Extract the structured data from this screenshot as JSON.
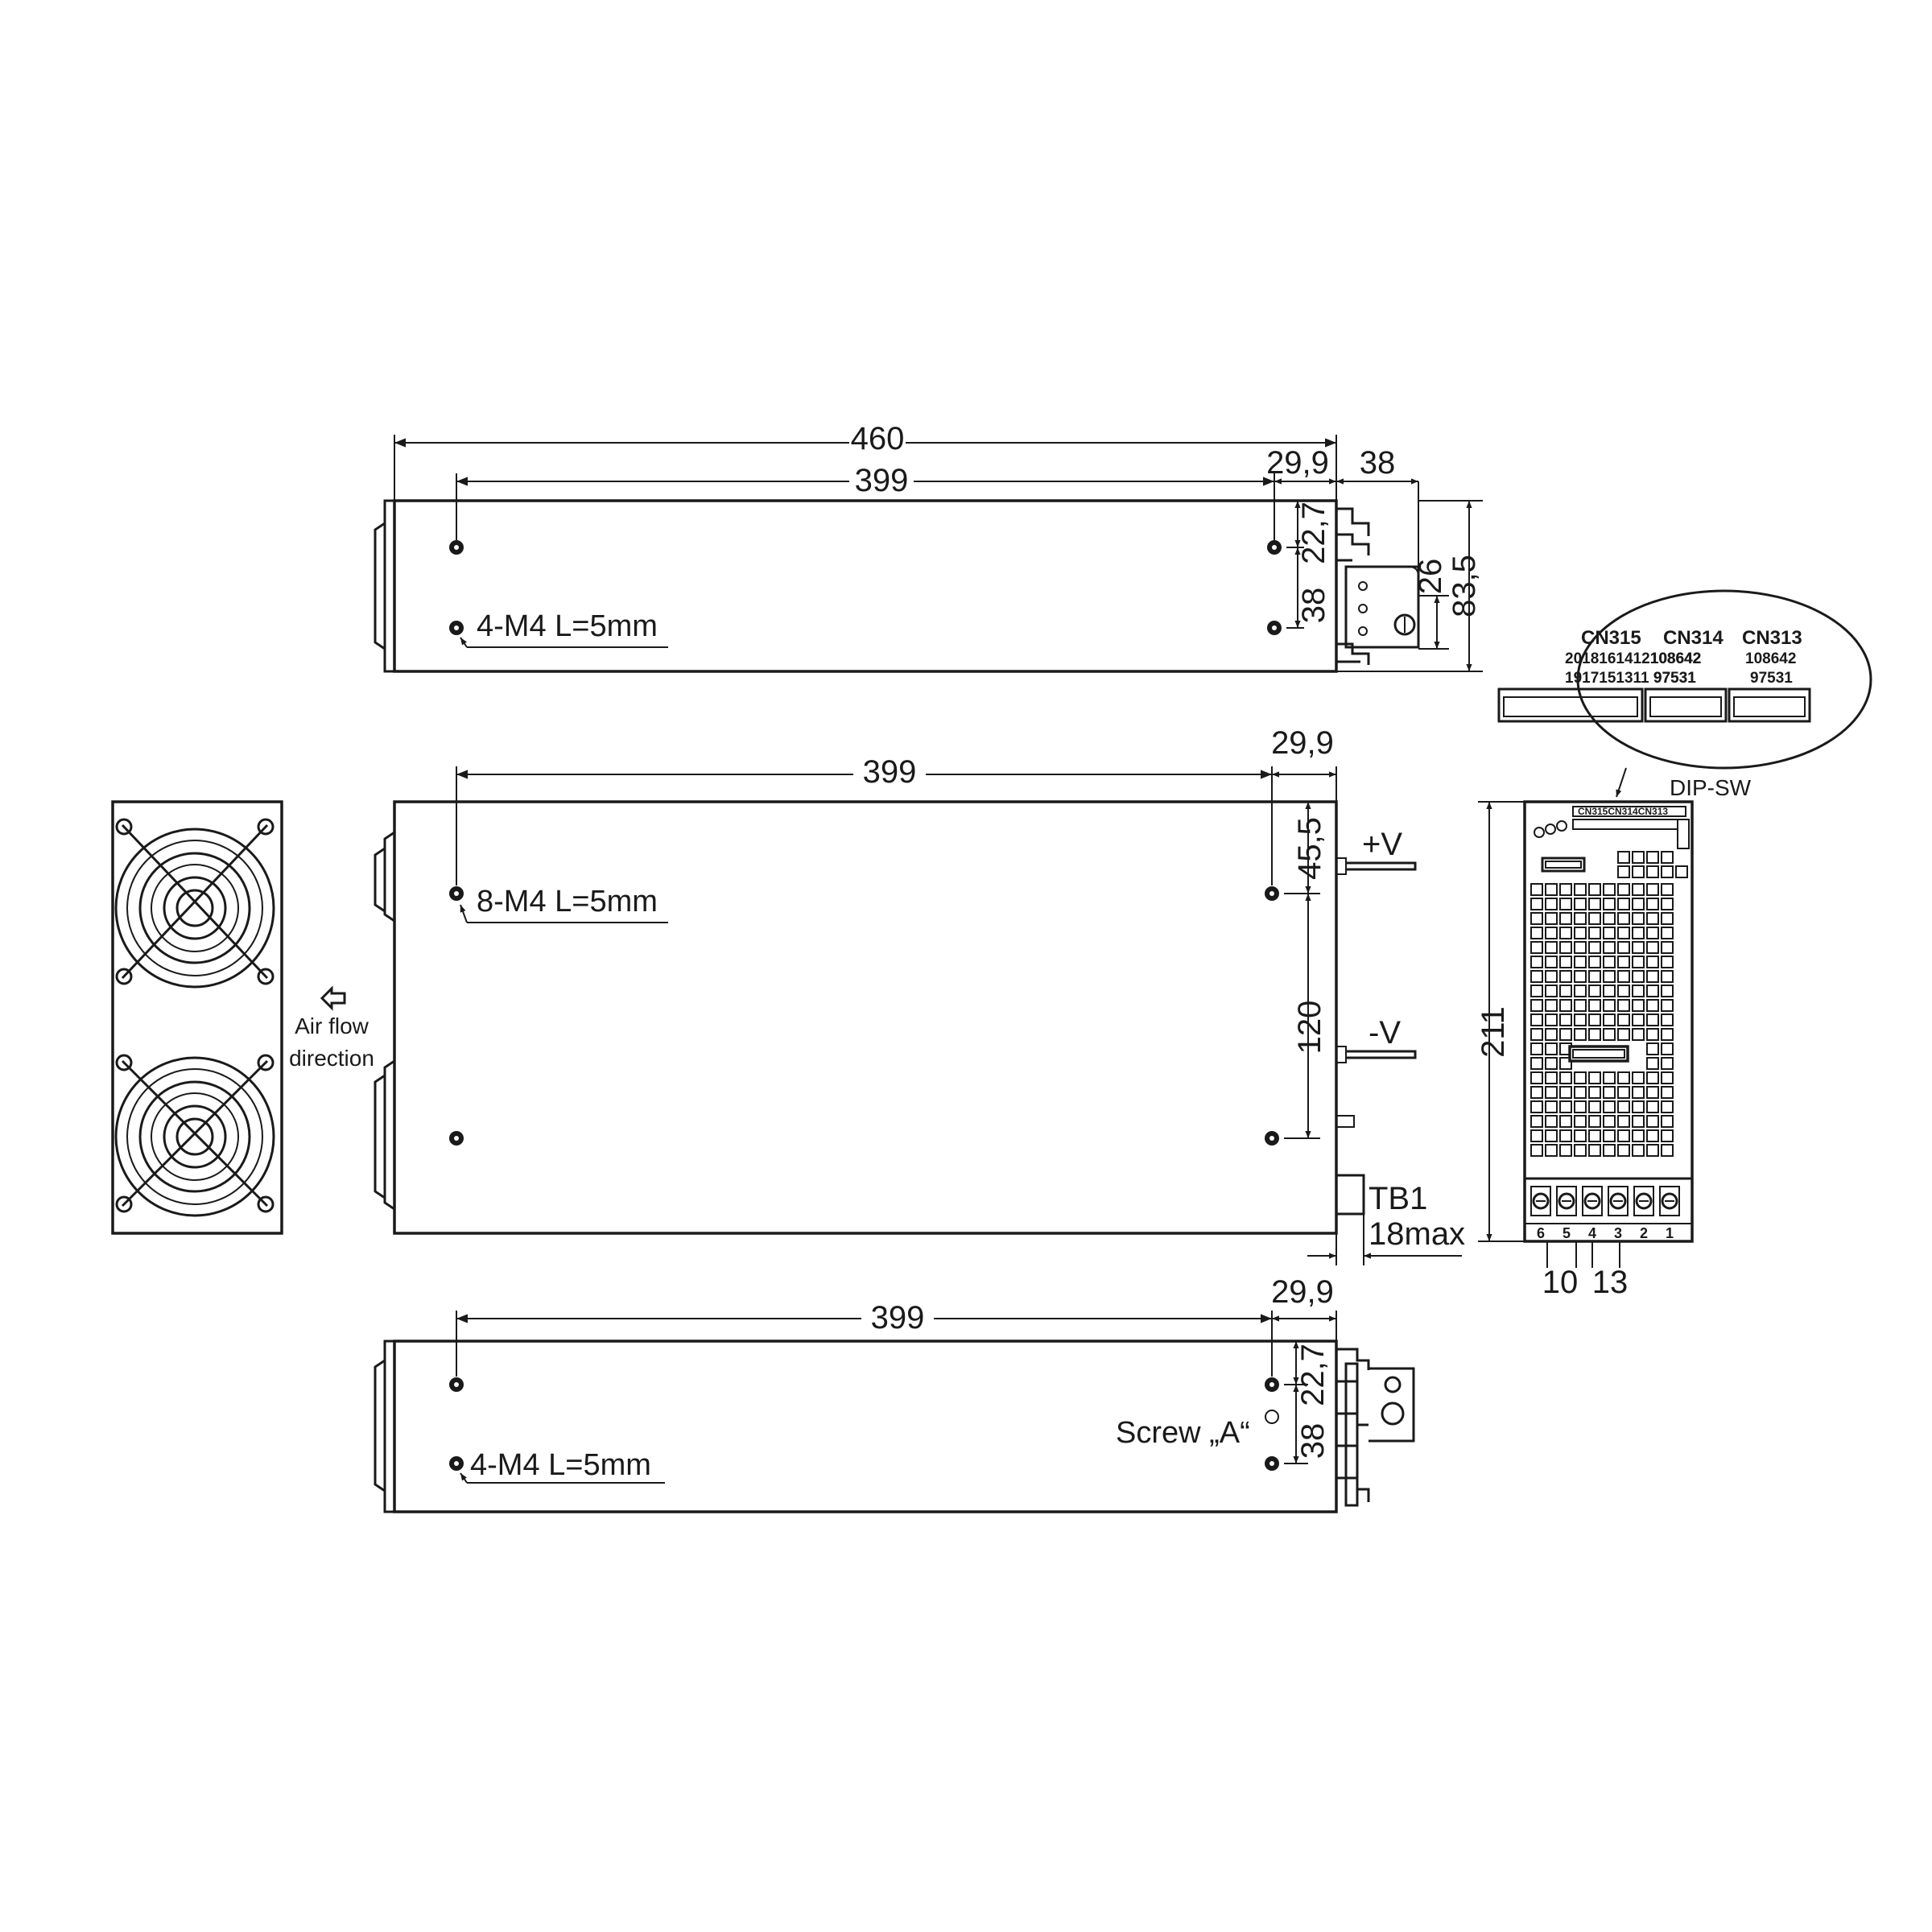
{
  "top_view": {
    "dim_total_length": "460",
    "dim_hole_span": "399",
    "dim_front_offset": "29,9",
    "dim_terminal_depth": "38",
    "dim_hole_top": "22,7",
    "dim_hole_spacing": "38",
    "dim_tab_height": "26",
    "dim_height": "83,5",
    "hole_label": "4-M4 L=5mm"
  },
  "side_view": {
    "dim_hole_span": "399",
    "dim_front_offset": "29,9",
    "dim_hole_top": "45,5",
    "dim_hole_spacing": "120",
    "hole_label": "8-M4 L=5mm",
    "positive_label": "+V",
    "negative_label": "-V",
    "tb_label": "TB1",
    "tb_dim": "18max"
  },
  "bottom_view": {
    "dim_hole_span": "399",
    "dim_front_offset": "29,9",
    "dim_hole_top": "22,7",
    "dim_hole_spacing": "38",
    "hole_label": "4-M4 L=5mm",
    "screw_label": "Screw „A“"
  },
  "fan_panel": {
    "airflow_line1": "Air flow",
    "airflow_line2": "direction"
  },
  "front_view": {
    "dim_height": "211",
    "dip_label": "DIP-SW",
    "small_connectors": "CN315CN314CN313",
    "tb_numbers": [
      "6",
      "5",
      "4",
      "3",
      "2",
      "1"
    ],
    "dim_pitch_a": "10",
    "dim_pitch_b": "13"
  },
  "connector_detail": {
    "cn315": "CN315",
    "cn314": "CN314",
    "cn313": "CN313",
    "cn315_top": "2018161412108642",
    "cn315_bottom": "1917151311 97531",
    "cn314_top": "108642",
    "cn314_bottom": "97531",
    "cn313_top": "108642",
    "cn313_bottom": "97531"
  }
}
